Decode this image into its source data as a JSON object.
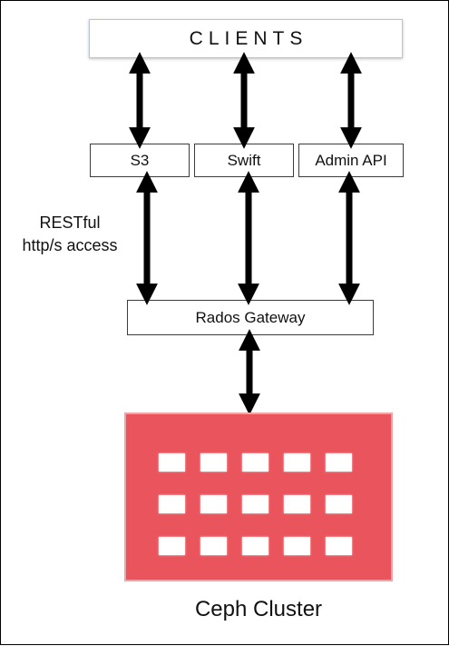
{
  "clients": {
    "label": "CLIENTS"
  },
  "apis": [
    {
      "label": "S3"
    },
    {
      "label": "Swift"
    },
    {
      "label": "Admin API"
    }
  ],
  "access_label": "RESTful\nhttp/s access",
  "gateway": {
    "label": "Rados Gateway"
  },
  "cluster": {
    "label": "Ceph Cluster",
    "color": "#ea545c",
    "node_rows": 3,
    "node_cols": 5
  },
  "arrow_color": "#000000"
}
